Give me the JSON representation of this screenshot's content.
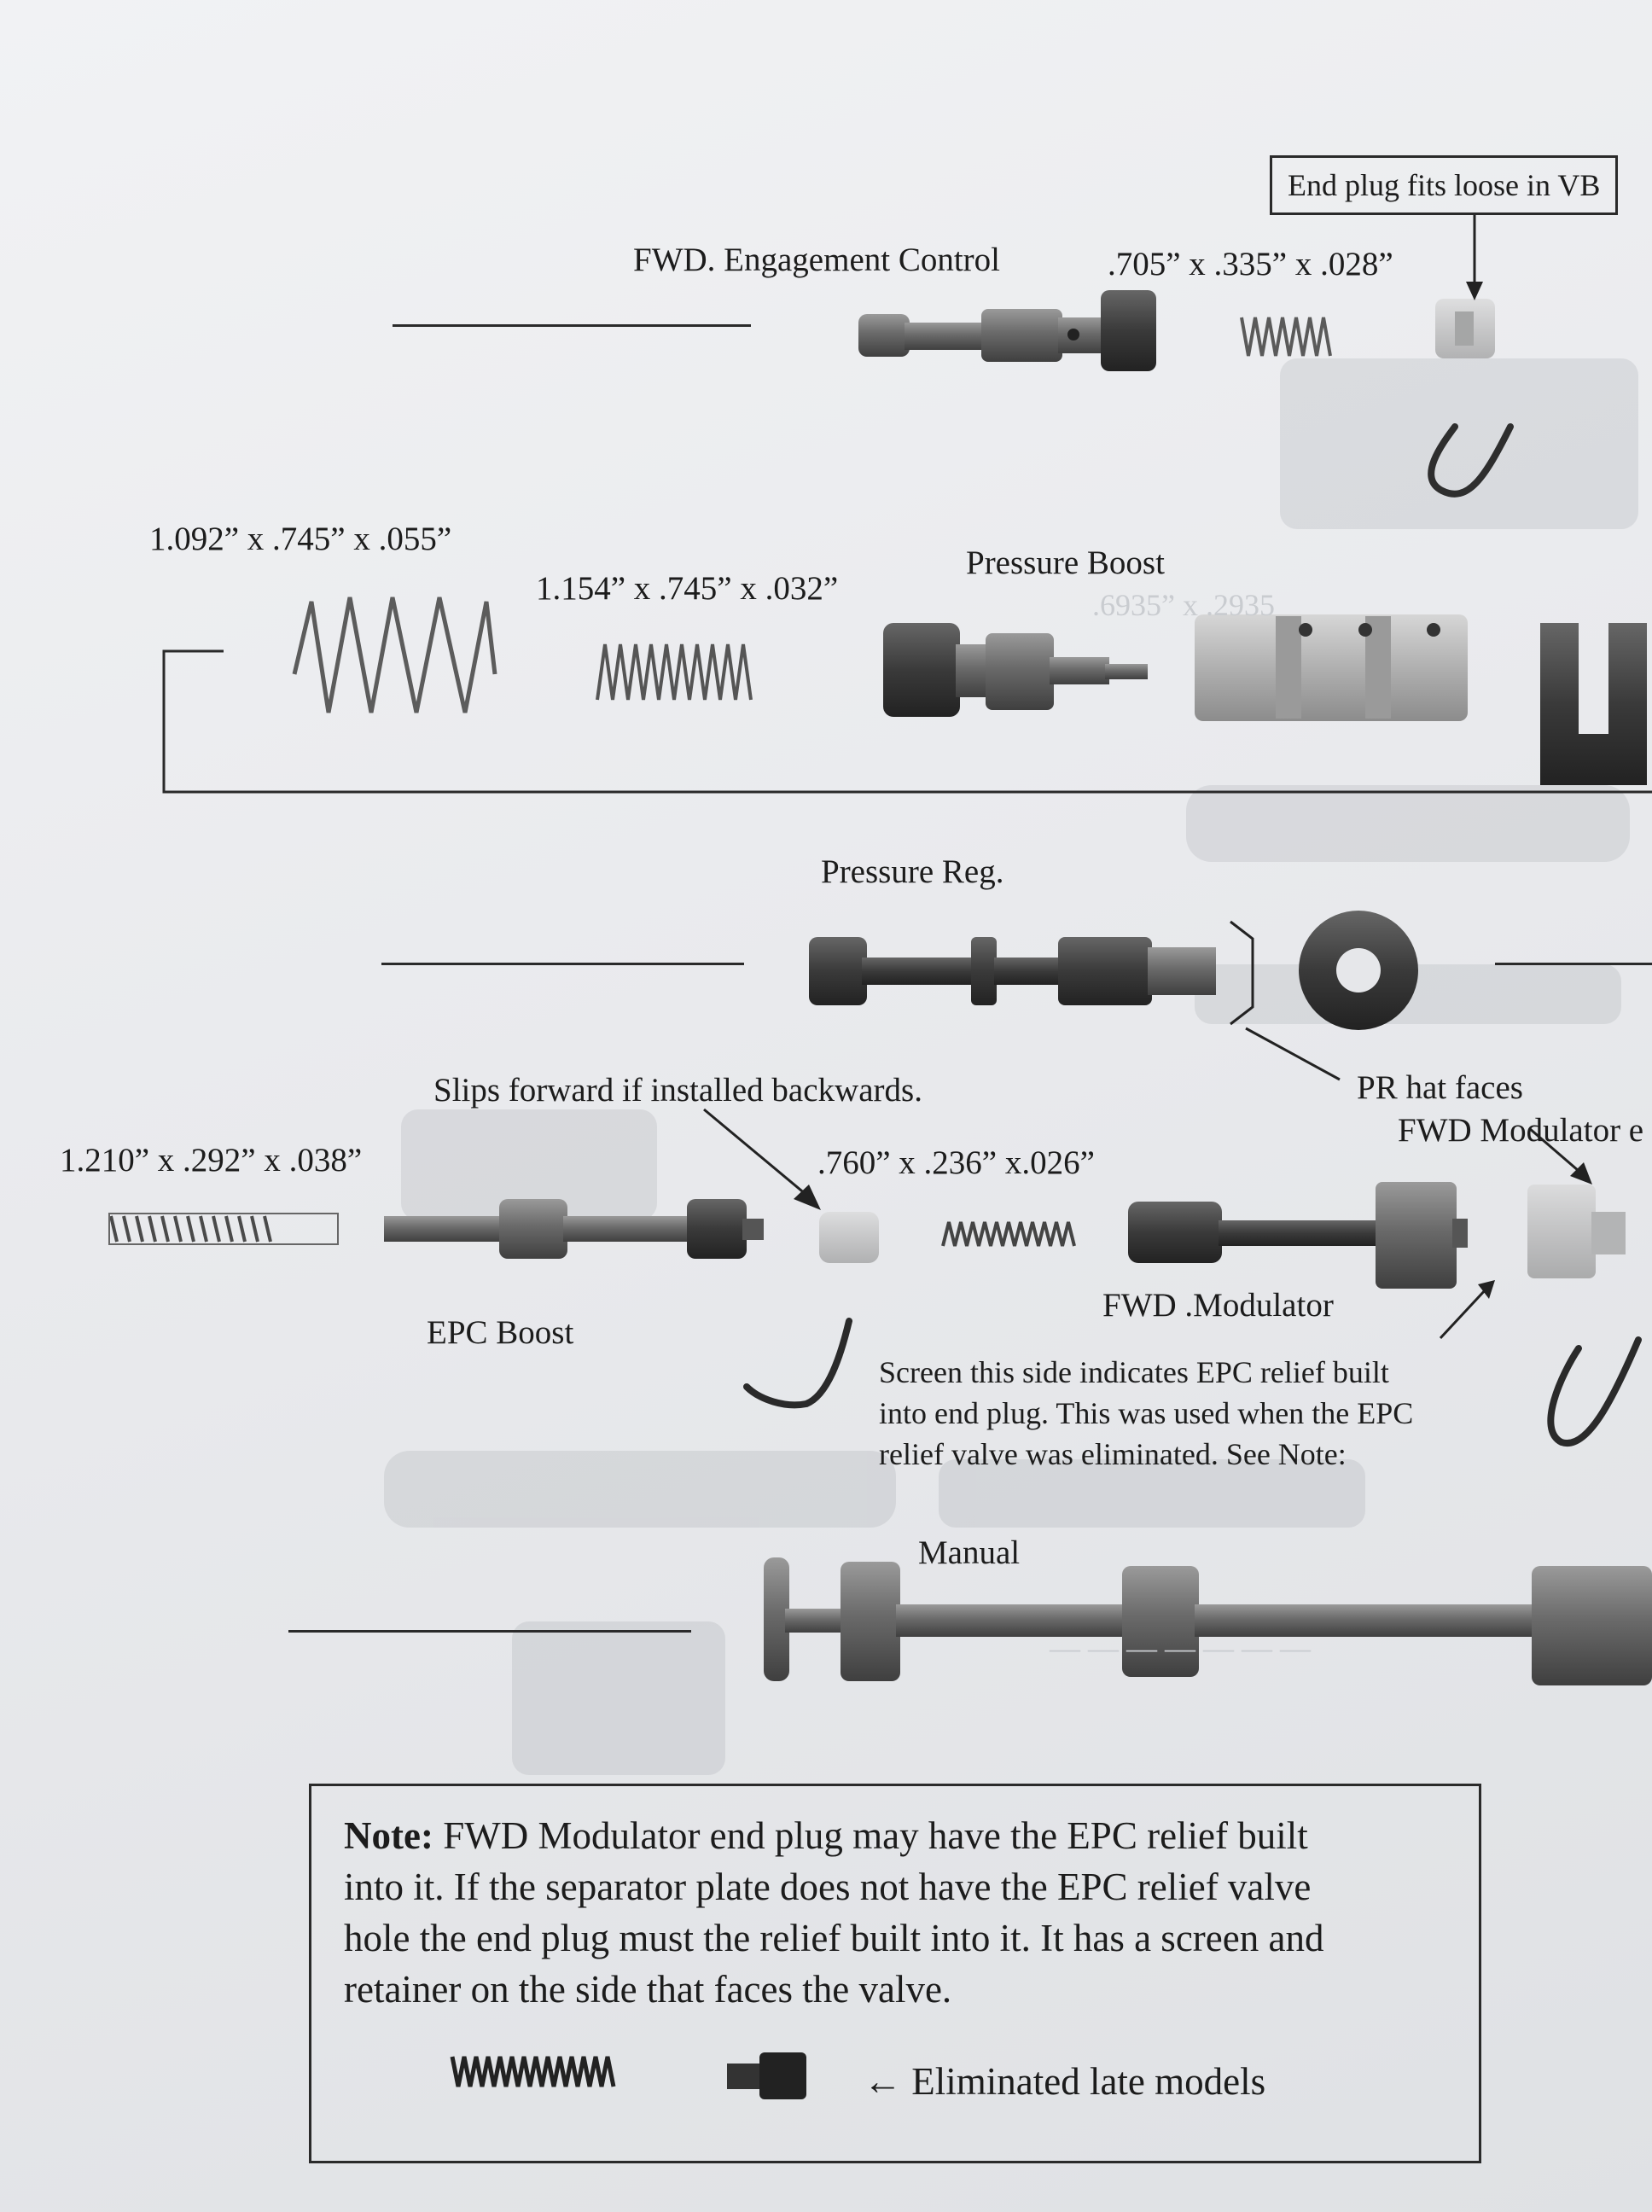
{
  "labels": {
    "end_plug_callout": "End plug fits loose in VB",
    "fwd_engagement_control": "FWD. Engagement Control",
    "spring_705": ".705” x .335” x .028”",
    "spring_1092": "1.092” x .745” x .055”",
    "spring_1154": "1.154” x .745” x .032”",
    "pressure_boost": "Pressure Boost",
    "pressure_reg": "Pressure Reg.",
    "slips_forward": "Slips forward if installed backwards.",
    "pr_hat_faces": "PR hat faces",
    "fwd_modulator_e": "FWD Modulator e",
    "spring_1210": "1.210” x .292” x .038”",
    "spring_760": ".760” x .236” x.026”",
    "fwd_modulator": "FWD .Modulator",
    "epc_boost": "EPC Boost",
    "screen_note_1": "Screen this side indicates EPC relief built",
    "screen_note_2": "into end plug. This was used when the EPC",
    "screen_note_3": "relief valve was eliminated. See Note:",
    "manual": "Manual"
  },
  "note": {
    "heading": "Note:",
    "line1": "FWD Modulator end plug may have the EPC relief built",
    "line2": "into it. If the separator plate does not have the EPC relief valve",
    "line3": "hole the end plug must the relief built into it. It has a screen and",
    "line4": "retainer on the side that faces the valve.",
    "eliminated": "← Eliminated late models"
  }
}
